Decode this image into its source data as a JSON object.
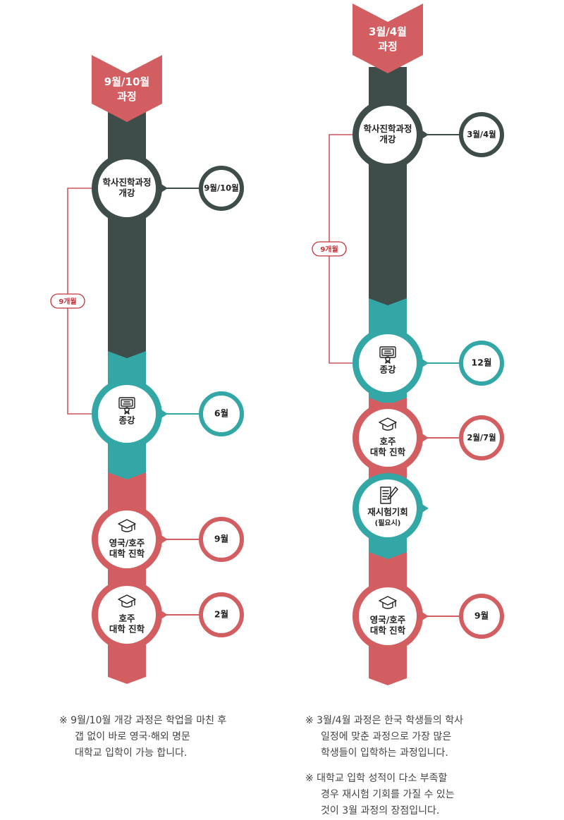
{
  "colors": {
    "dark": "#3e4c4a",
    "teal": "#33a7a6",
    "coral": "#d25e61",
    "bracket": "#c2323a",
    "text": "#222222"
  },
  "left_column": {
    "header": [
      "9월/10월",
      "과정"
    ],
    "nodes": [
      {
        "lines": [
          "학사진학과정",
          "개강"
        ],
        "date": "9월/10월",
        "icon": "none",
        "theme": "dark"
      },
      {
        "lines": [
          "종강"
        ],
        "date": "6월",
        "icon": "certificate-icon",
        "theme": "teal"
      },
      {
        "lines": [
          "영국/호주",
          "대학 진학"
        ],
        "date": "9월",
        "icon": "graduation-cap-icon",
        "theme": "coral"
      },
      {
        "lines": [
          "호주",
          "대학 진학"
        ],
        "date": "2월",
        "icon": "graduation-cap-icon",
        "theme": "coral"
      }
    ],
    "duration": "9개월",
    "note": [
      "※ 9월/10월 개강 과정은 학업을 마친 후",
      "갭 없이  바로  영국·해외  명문",
      "대학교 입학이 가능 합니다."
    ]
  },
  "right_column": {
    "header": [
      "3월/4월",
      "과정"
    ],
    "nodes": [
      {
        "lines": [
          "학사진학과정",
          "개강"
        ],
        "date": "3월/4월",
        "icon": "none",
        "theme": "dark"
      },
      {
        "lines": [
          "종강"
        ],
        "date": "12월",
        "icon": "certificate-icon",
        "theme": "teal"
      },
      {
        "lines": [
          "호주",
          "대학 진학"
        ],
        "date": "2월/7월",
        "icon": "graduation-cap-icon",
        "theme": "coral"
      },
      {
        "lines": [
          "재시험기회",
          "(필요시)"
        ],
        "date": "",
        "icon": "document-pen-icon",
        "theme": "teal"
      },
      {
        "lines": [
          "영국/호주",
          "대학 진학"
        ],
        "date": "9월",
        "icon": "graduation-cap-icon",
        "theme": "coral"
      }
    ],
    "duration": "9개월",
    "notes": [
      [
        "※ 3월/4월 과정은 한국 학생들의 학사",
        "일정에 맞춘 과정으로 가장 많은",
        "학생들이 입학하는 과정입니다."
      ],
      [
        "※ 대학교 입학 성적이 다소 부족할",
        "경우 재시험 기회를  가질 수 있는",
        "것이 3월 과정의 장점입니다."
      ]
    ]
  }
}
